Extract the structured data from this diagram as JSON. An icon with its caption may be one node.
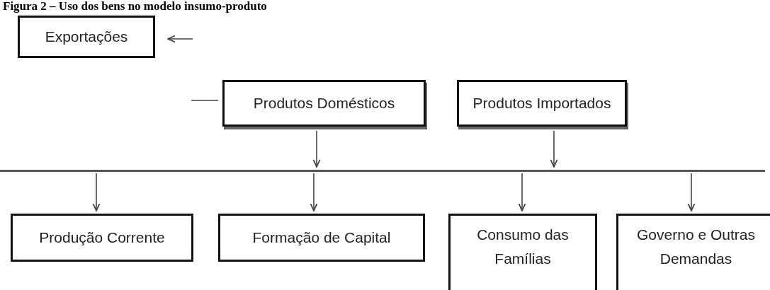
{
  "diagram": {
    "title": "Figura 2 – Uso dos bens no modelo insumo-produto",
    "nodes": [
      {
        "text": [
          "Exportações"
        ]
      },
      {
        "text": [
          "Produtos Domésticos"
        ]
      },
      {
        "text": [
          "Produtos Importados"
        ]
      },
      {
        "text": [],
        "shape": "bar"
      },
      {
        "text": [
          "Produção Corrente"
        ]
      },
      {
        "text": [
          "Formação de Capital"
        ]
      },
      {
        "text": [
          "Consumo das Famílias"
        ]
      },
      {
        "text": [
          "Governo e Outras Demandas"
        ]
      }
    ],
    "edges": [
      {
        "from": null,
        "to": 0,
        "arrow": "to"
      },
      {
        "from": null,
        "to": 1,
        "arrow": "none"
      },
      {
        "from": 1,
        "to": 3,
        "arrow": "to"
      },
      {
        "from": 2,
        "to": 3,
        "arrow": "to"
      },
      {
        "from": 3,
        "to": 4,
        "arrow": "to"
      },
      {
        "from": 3,
        "to": 5,
        "arrow": "to"
      },
      {
        "from": 3,
        "to": 6,
        "arrow": "to"
      },
      {
        "from": 3,
        "to": 7,
        "arrow": "to"
      }
    ]
  }
}
